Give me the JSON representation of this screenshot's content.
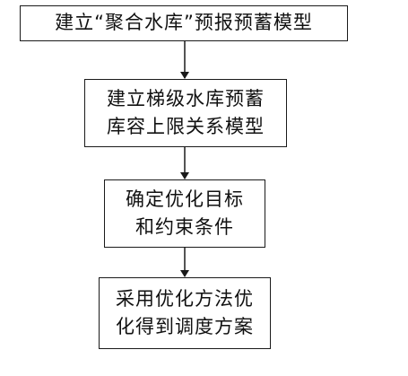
{
  "flowchart": {
    "steps": [
      {
        "lines": [
          "建立“聚合水库”预报预蓄模型"
        ]
      },
      {
        "lines": [
          "建立梯级水库预蓄",
          "库容上限关系模型"
        ]
      },
      {
        "lines": [
          "确定优化目标",
          "和约束条件"
        ]
      },
      {
        "lines": [
          "采用优化方法优",
          "化得到调度方案"
        ]
      }
    ]
  },
  "colors": {
    "stroke": "#1a1a1a",
    "background": "#ffffff",
    "text": "#111111"
  }
}
